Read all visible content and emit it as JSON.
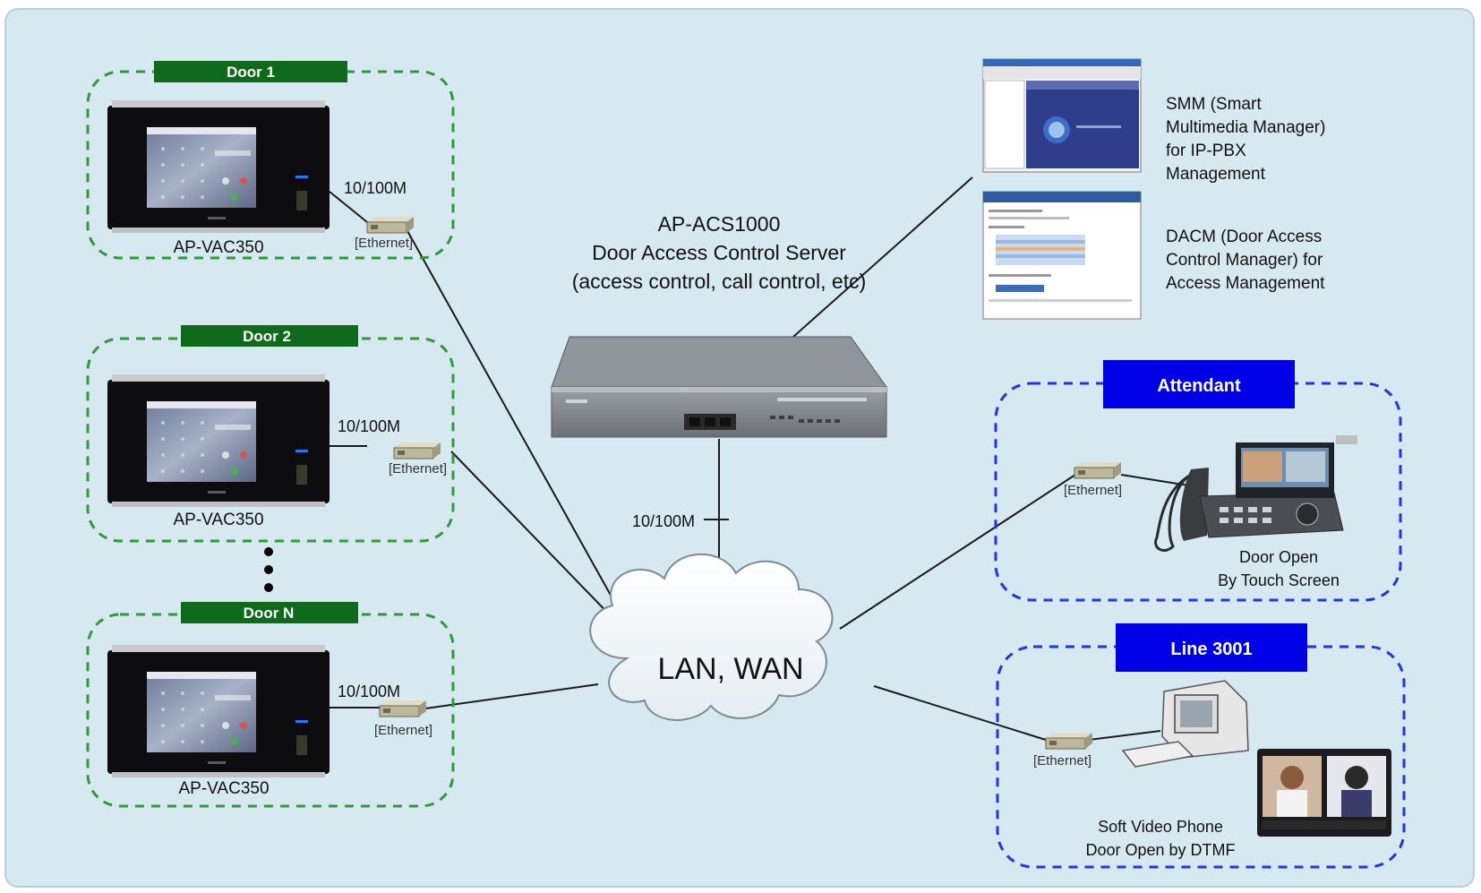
{
  "doors": [
    {
      "title": "Door 1",
      "speed": "10/100M",
      "ethernet": "[Ethernet]",
      "device": "AP-VAC350"
    },
    {
      "title": "Door 2",
      "speed": "10/100M",
      "ethernet": "[Ethernet]",
      "device": "AP-VAC350"
    },
    {
      "title": "Door N",
      "speed": "10/100M",
      "ethernet": "[Ethernet]",
      "device": "AP-VAC350"
    }
  ],
  "server": {
    "line1": "AP-ACS1000",
    "line2": "Door Access Control Server",
    "line3": "(access control, call control, etc)",
    "uplink_speed": "10/100M"
  },
  "cloud_label": "LAN, WAN",
  "smm": {
    "line1": "SMM (Smart",
    "line2": "Multimedia Manager)",
    "line3": "for IP-PBX",
    "line4": "Management"
  },
  "dacm": {
    "line1": "DACM (Door Access",
    "line2": "Control Manager) for",
    "line3": "Access Management"
  },
  "attendant": {
    "title": "Attendant",
    "ethernet": "[Ethernet]",
    "caption1": "Door Open",
    "caption2": "By Touch Screen"
  },
  "line3001": {
    "title": "Line 3001",
    "ethernet": "[Ethernet]",
    "caption1": "Soft Video Phone",
    "caption2": "Door Open by DTMF"
  },
  "colors": {
    "background": "#d6e8f0",
    "door_label": "#0f6a1c",
    "door_border": "#2e9a3a",
    "blue_label": "#0000e6",
    "blue_border": "#2233ee"
  }
}
